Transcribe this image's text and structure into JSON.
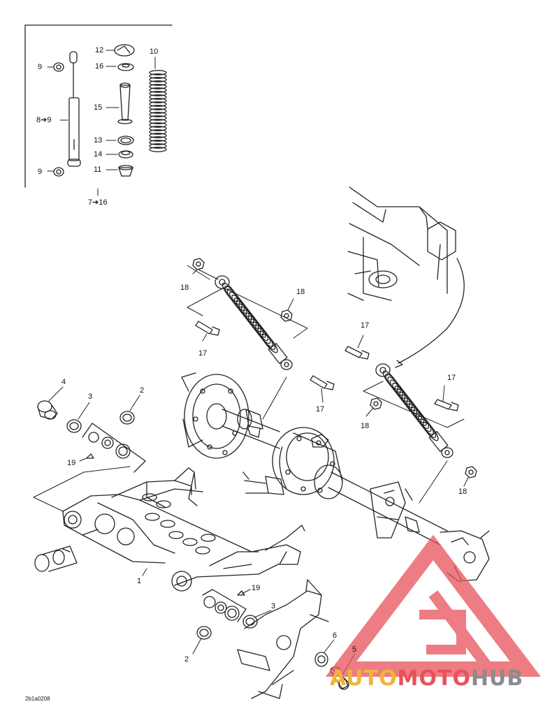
{
  "callouts": {
    "c12": "12",
    "c16": "16",
    "c10": "10",
    "c9a": "9",
    "c15": "15",
    "c8": "8➔9",
    "c13": "13",
    "c14": "14",
    "c11": "11",
    "c9b": "9",
    "c7": "7➔16",
    "c18a": "18",
    "c18b": "18",
    "c17a": "17",
    "c17b": "17",
    "c17c": "17",
    "c17d": "17",
    "c18c": "18",
    "c18d": "18",
    "c4": "4",
    "c3a": "3",
    "c2a": "2",
    "c19a": "19",
    "c1": "1",
    "c19b": "19",
    "c3b": "3",
    "c6": "6",
    "c5": "5",
    "c2b": "2"
  },
  "drawing_code": "2b1a0208",
  "watermark": {
    "part1": "AUTO",
    "part2": "MOTO",
    "part3": "HUB",
    "color_orange": "#f1b43a",
    "color_red": "#e8525a",
    "color_gray": "#8c8c8c"
  }
}
